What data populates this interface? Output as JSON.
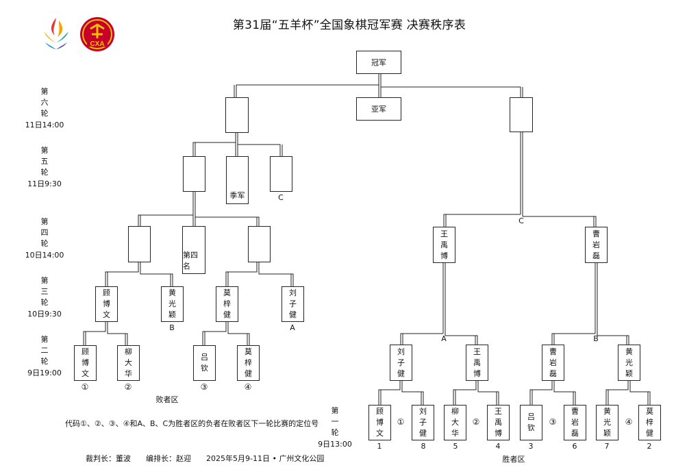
{
  "title": "第31届“五羊杯”全国象棋冠军赛 决赛秩序表",
  "logo2_text": "CXA",
  "rounds": [
    {
      "label": "第六轮",
      "time": "11日14:00"
    },
    {
      "label": "第五轮",
      "time": "11日9:30"
    },
    {
      "label": "第四轮",
      "time": "10日14:00"
    },
    {
      "label": "第三轮",
      "time": "10日9:30"
    },
    {
      "label": "第二轮",
      "time": "9日19:00"
    },
    {
      "label": "第一轮",
      "time": "9日13:00"
    }
  ],
  "top": {
    "champion": "冠军",
    "runner_up": "亚军"
  },
  "labels": {
    "third": "季军",
    "fourth": "第四名",
    "c": "C",
    "a": "A",
    "b": "B"
  },
  "loser": {
    "r3": [
      "顾博文",
      "黄光颖",
      "莫梓健",
      "刘子健"
    ],
    "r2": [
      "顾博文",
      "柳大华",
      "吕钦",
      "莫梓健"
    ],
    "r2_codes": [
      "①",
      "②",
      "③",
      "④"
    ]
  },
  "winner": {
    "r4": [
      "王禹博",
      "曹岩磊"
    ],
    "r2": [
      "刘子健",
      "王禹博",
      "曹岩磊",
      "黄光颖"
    ],
    "r1": [
      "顾博文",
      "刘子健",
      "柳大华",
      "王禹博",
      "吕钦",
      "曹岩磊",
      "黄光颖",
      "莫梓健"
    ],
    "r1_seeds": [
      "1",
      "8",
      "5",
      "4",
      "3",
      "6",
      "7",
      "2"
    ],
    "r1_codes": [
      "①",
      "②",
      "③",
      "④"
    ]
  },
  "area": {
    "loser": "败者区",
    "winner": "胜者区"
  },
  "note": "代码①、②、③、④和A、B、C为胜者区的负者在败者区下一轮比赛的定位号",
  "footer": "裁判长：董波　　编排长：赵迎　　2025年5月9-11日 • 广州文化公园"
}
